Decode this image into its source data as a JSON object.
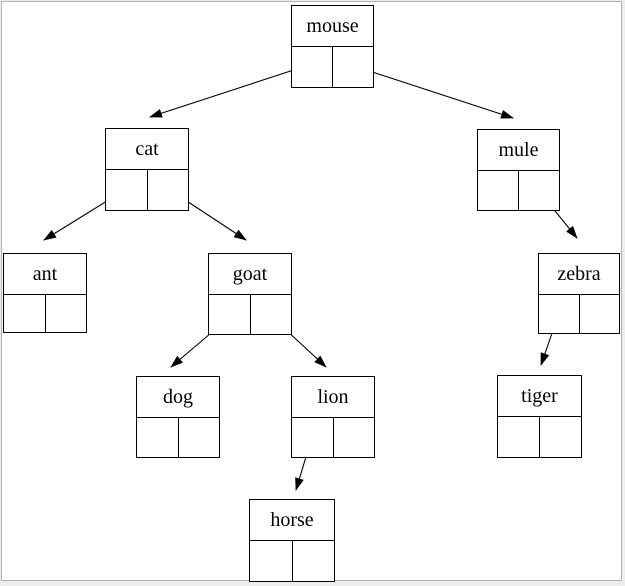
{
  "diagram": {
    "type": "binary-search-tree",
    "root": "mouse",
    "nodes": {
      "mouse": {
        "label": "mouse",
        "left": "cat",
        "right": "mule"
      },
      "cat": {
        "label": "cat",
        "left": "ant",
        "right": "goat"
      },
      "mule": {
        "label": "mule",
        "left": null,
        "right": "zebra"
      },
      "ant": {
        "label": "ant",
        "left": null,
        "right": null
      },
      "goat": {
        "label": "goat",
        "left": "dog",
        "right": "lion"
      },
      "zebra": {
        "label": "zebra",
        "left": "tiger",
        "right": null
      },
      "dog": {
        "label": "dog",
        "left": null,
        "right": null
      },
      "lion": {
        "label": "lion",
        "left": "horse",
        "right": null
      },
      "tiger": {
        "label": "tiger",
        "left": null,
        "right": null
      },
      "horse": {
        "label": "horse",
        "left": null,
        "right": null
      }
    },
    "edges": [
      {
        "from": "mouse",
        "pointer": "left",
        "to": "cat"
      },
      {
        "from": "mouse",
        "pointer": "right",
        "to": "mule"
      },
      {
        "from": "cat",
        "pointer": "left",
        "to": "ant"
      },
      {
        "from": "cat",
        "pointer": "right",
        "to": "goat"
      },
      {
        "from": "mule",
        "pointer": "right",
        "to": "zebra"
      },
      {
        "from": "goat",
        "pointer": "left",
        "to": "dog"
      },
      {
        "from": "goat",
        "pointer": "right",
        "to": "lion"
      },
      {
        "from": "zebra",
        "pointer": "left",
        "to": "tiger"
      },
      {
        "from": "lion",
        "pointer": "left",
        "to": "horse"
      }
    ],
    "colors": {
      "node_border": "#000000",
      "edge_line": "#000000",
      "text": "#000000",
      "background": "#ffffff",
      "page_border": "#b3b3b3"
    }
  }
}
